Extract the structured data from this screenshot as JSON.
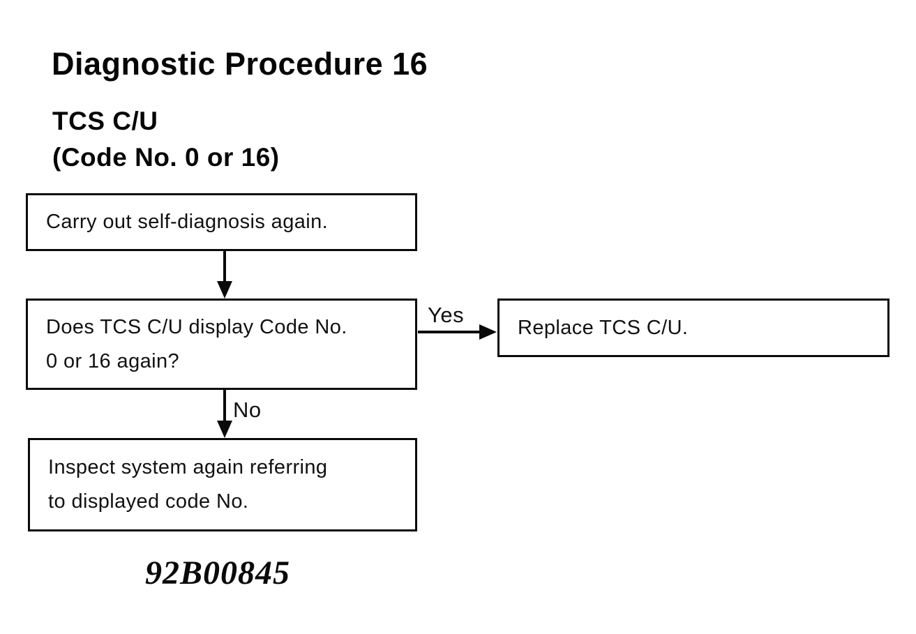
{
  "page": {
    "title": "Diagnostic Procedure 16",
    "subtitle_line1": "TCS C/U",
    "subtitle_line2": "(Code No. 0 or 16)",
    "figure_code": "92B00845"
  },
  "flowchart": {
    "type": "diagnostic-flowchart",
    "nodes": [
      {
        "id": "step1",
        "shape": "rectangle",
        "text": "Carry out self-diagnosis again."
      },
      {
        "id": "decision",
        "shape": "rectangle",
        "line1": "Does TCS C/U display Code No.",
        "line2": "0 or 16 again?"
      },
      {
        "id": "replace",
        "shape": "rectangle",
        "text": "Replace TCS C/U."
      },
      {
        "id": "inspect",
        "shape": "rectangle",
        "line1": "Inspect system again referring",
        "line2": "to displayed code No."
      }
    ],
    "edges": [
      {
        "from": "step1",
        "to": "decision",
        "label": "",
        "direction": "down"
      },
      {
        "from": "decision",
        "to": "replace",
        "label": "Yes",
        "direction": "right"
      },
      {
        "from": "decision",
        "to": "inspect",
        "label": "No",
        "direction": "down"
      }
    ],
    "colors": {
      "background": "#ffffff",
      "line": "#0a0a0a",
      "text": "#111111"
    }
  }
}
